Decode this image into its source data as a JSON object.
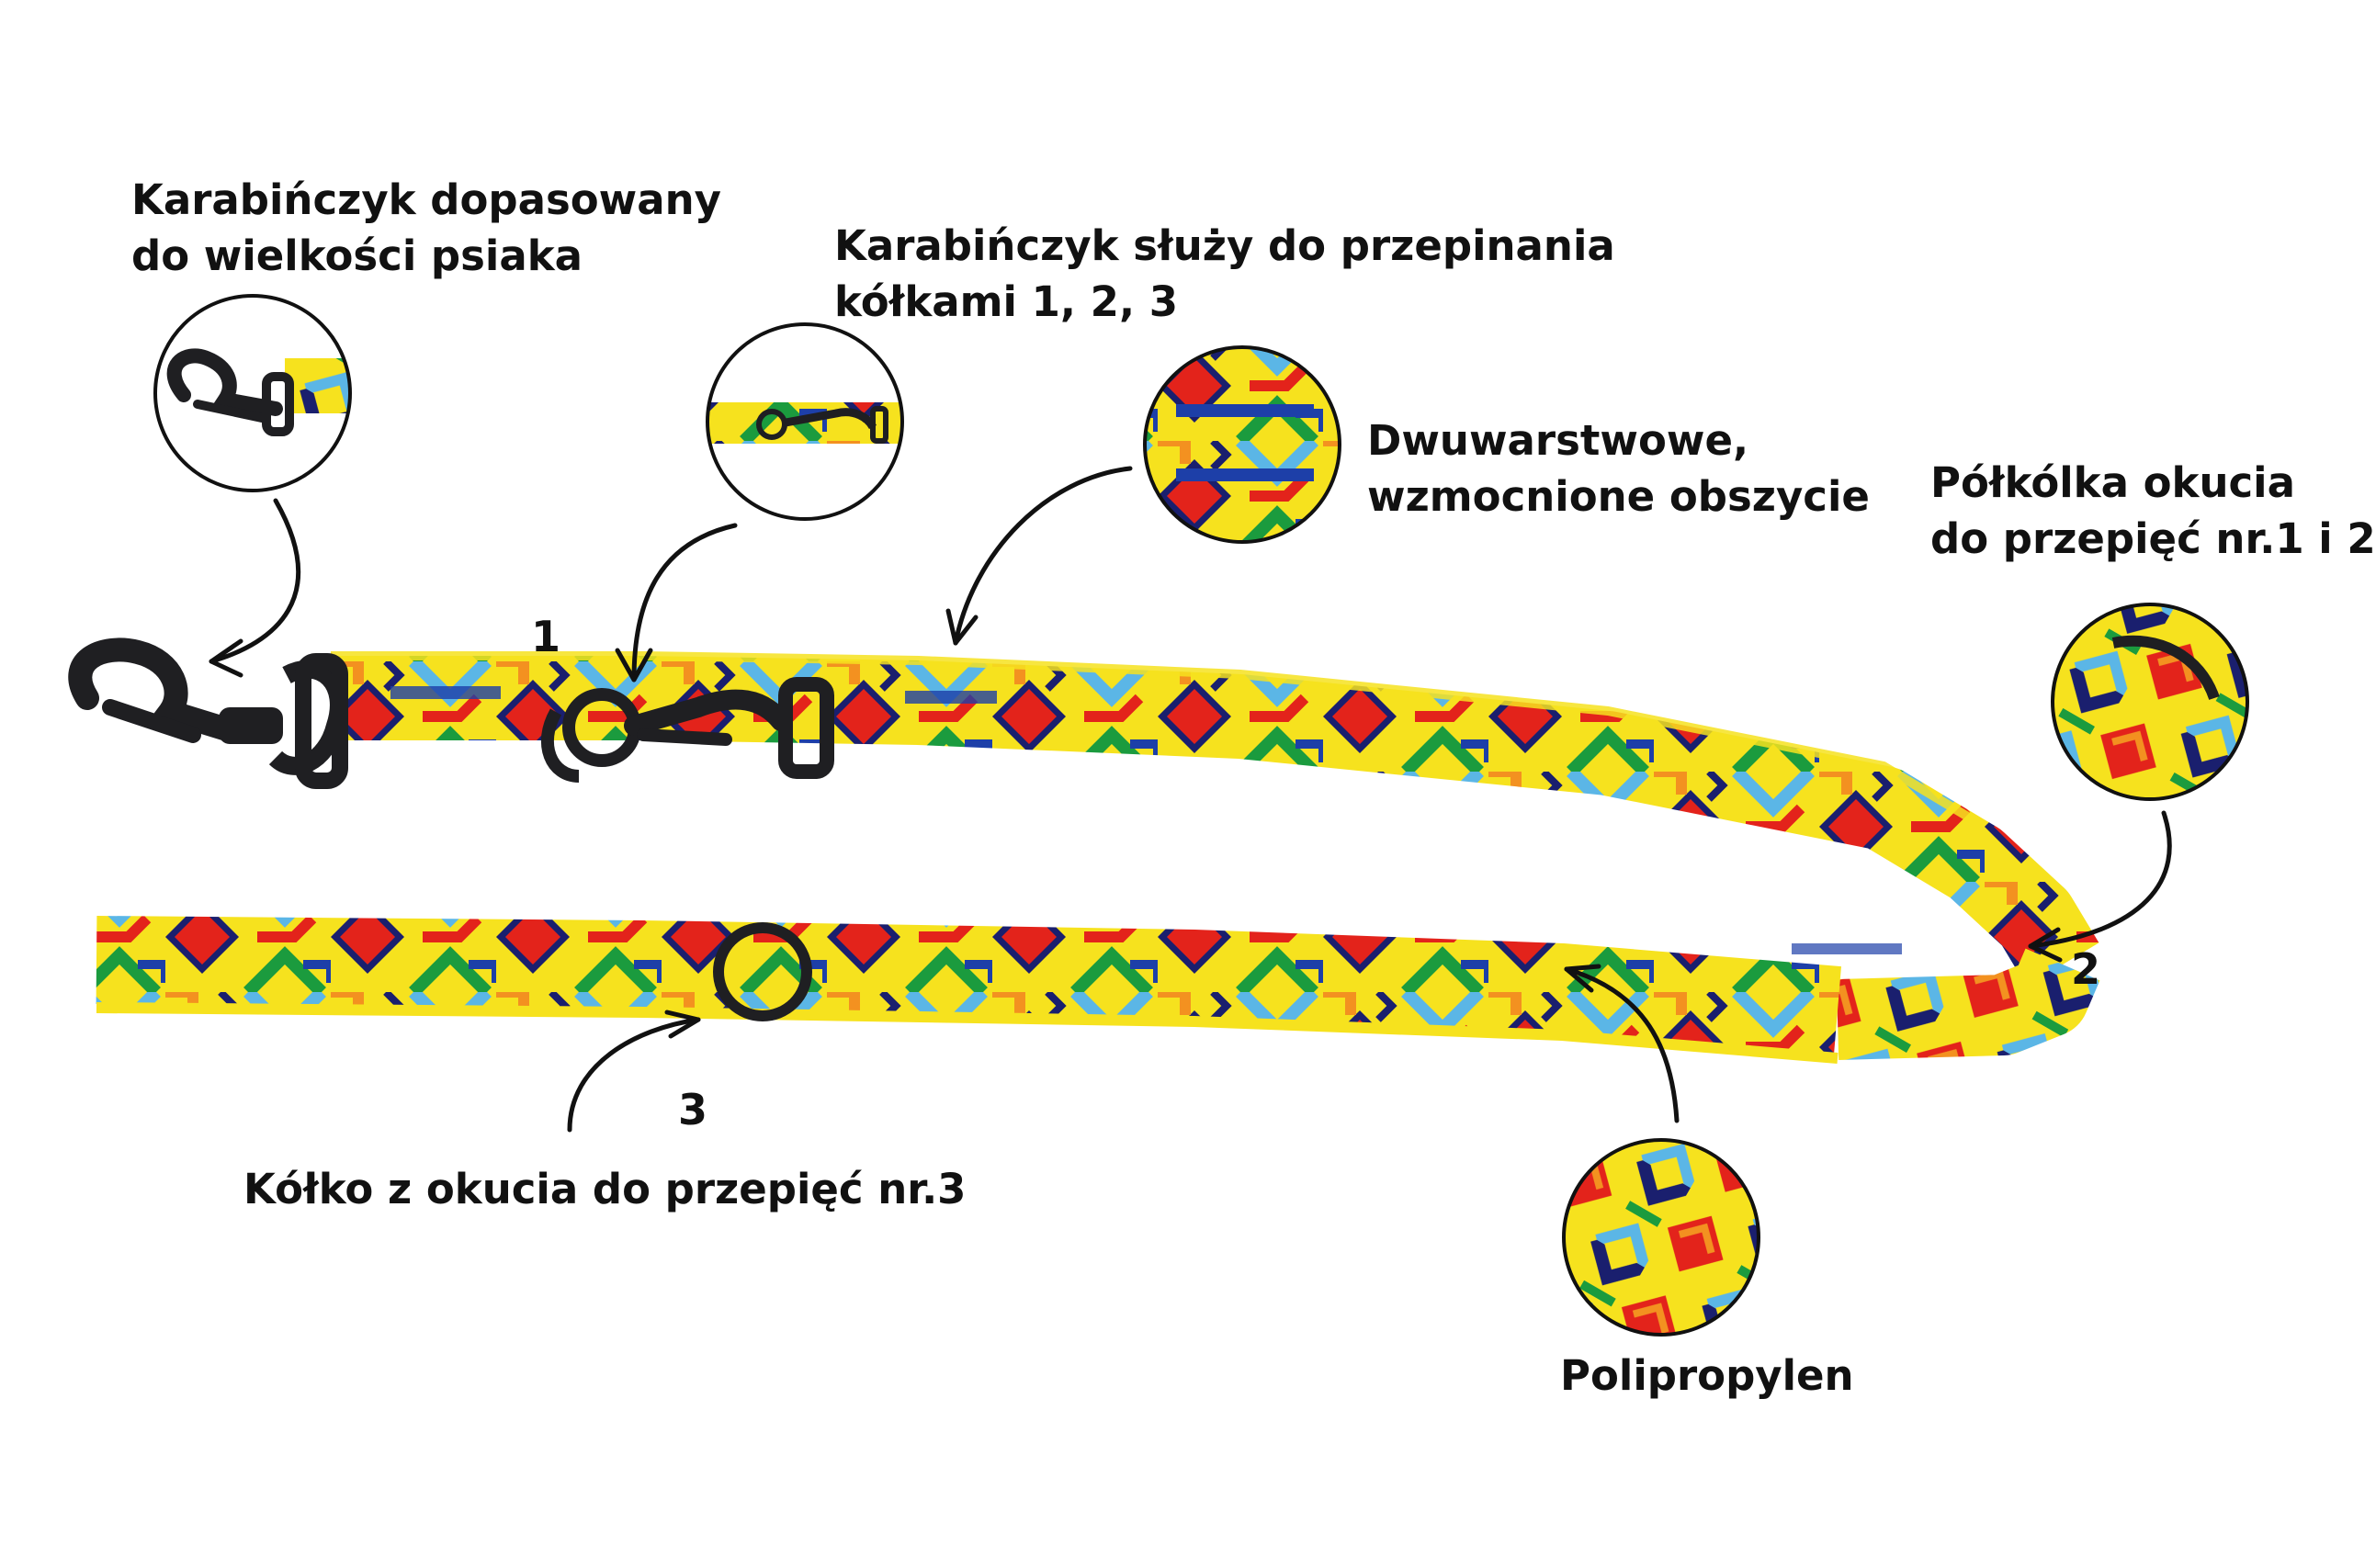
{
  "labels": {
    "dog_clip": {
      "line1": "Karabińczyk dopasowany",
      "line2": "do wielkości psiaka"
    },
    "adjust_clip": {
      "line1": "Karabińczyk służy do przepinania",
      "line2": "kółkami 1, 2, 3"
    },
    "stitching": {
      "line1": "Dwuwarstwowe,",
      "line2": "wzmocnione obszycie"
    },
    "half_rings": {
      "line1": "Półkólka okucia",
      "line2": "do przepięć nr.1 i 2"
    },
    "ring3": "Kółko z okucia do przepięć nr.3",
    "material": "Polipropylen"
  },
  "markers": {
    "m1": "1",
    "m2": "2",
    "m3": "3"
  },
  "icons": {
    "dog_clip_detail": "carabiner-detail-icon",
    "adjust_clip_detail": "adjust-clip-detail-icon",
    "stitching_detail": "stitching-detail-icon",
    "half_ring_detail": "half-ring-detail-icon",
    "material_detail": "fabric-detail-icon"
  },
  "colors": {
    "text": "#111111",
    "hardware": "#1f1f22",
    "pattern": [
      "#e3231b",
      "#f6e21e",
      "#1b9b3e",
      "#5bb6e6",
      "#1a1f6e",
      "#f39120",
      "#1d3fa8"
    ]
  }
}
